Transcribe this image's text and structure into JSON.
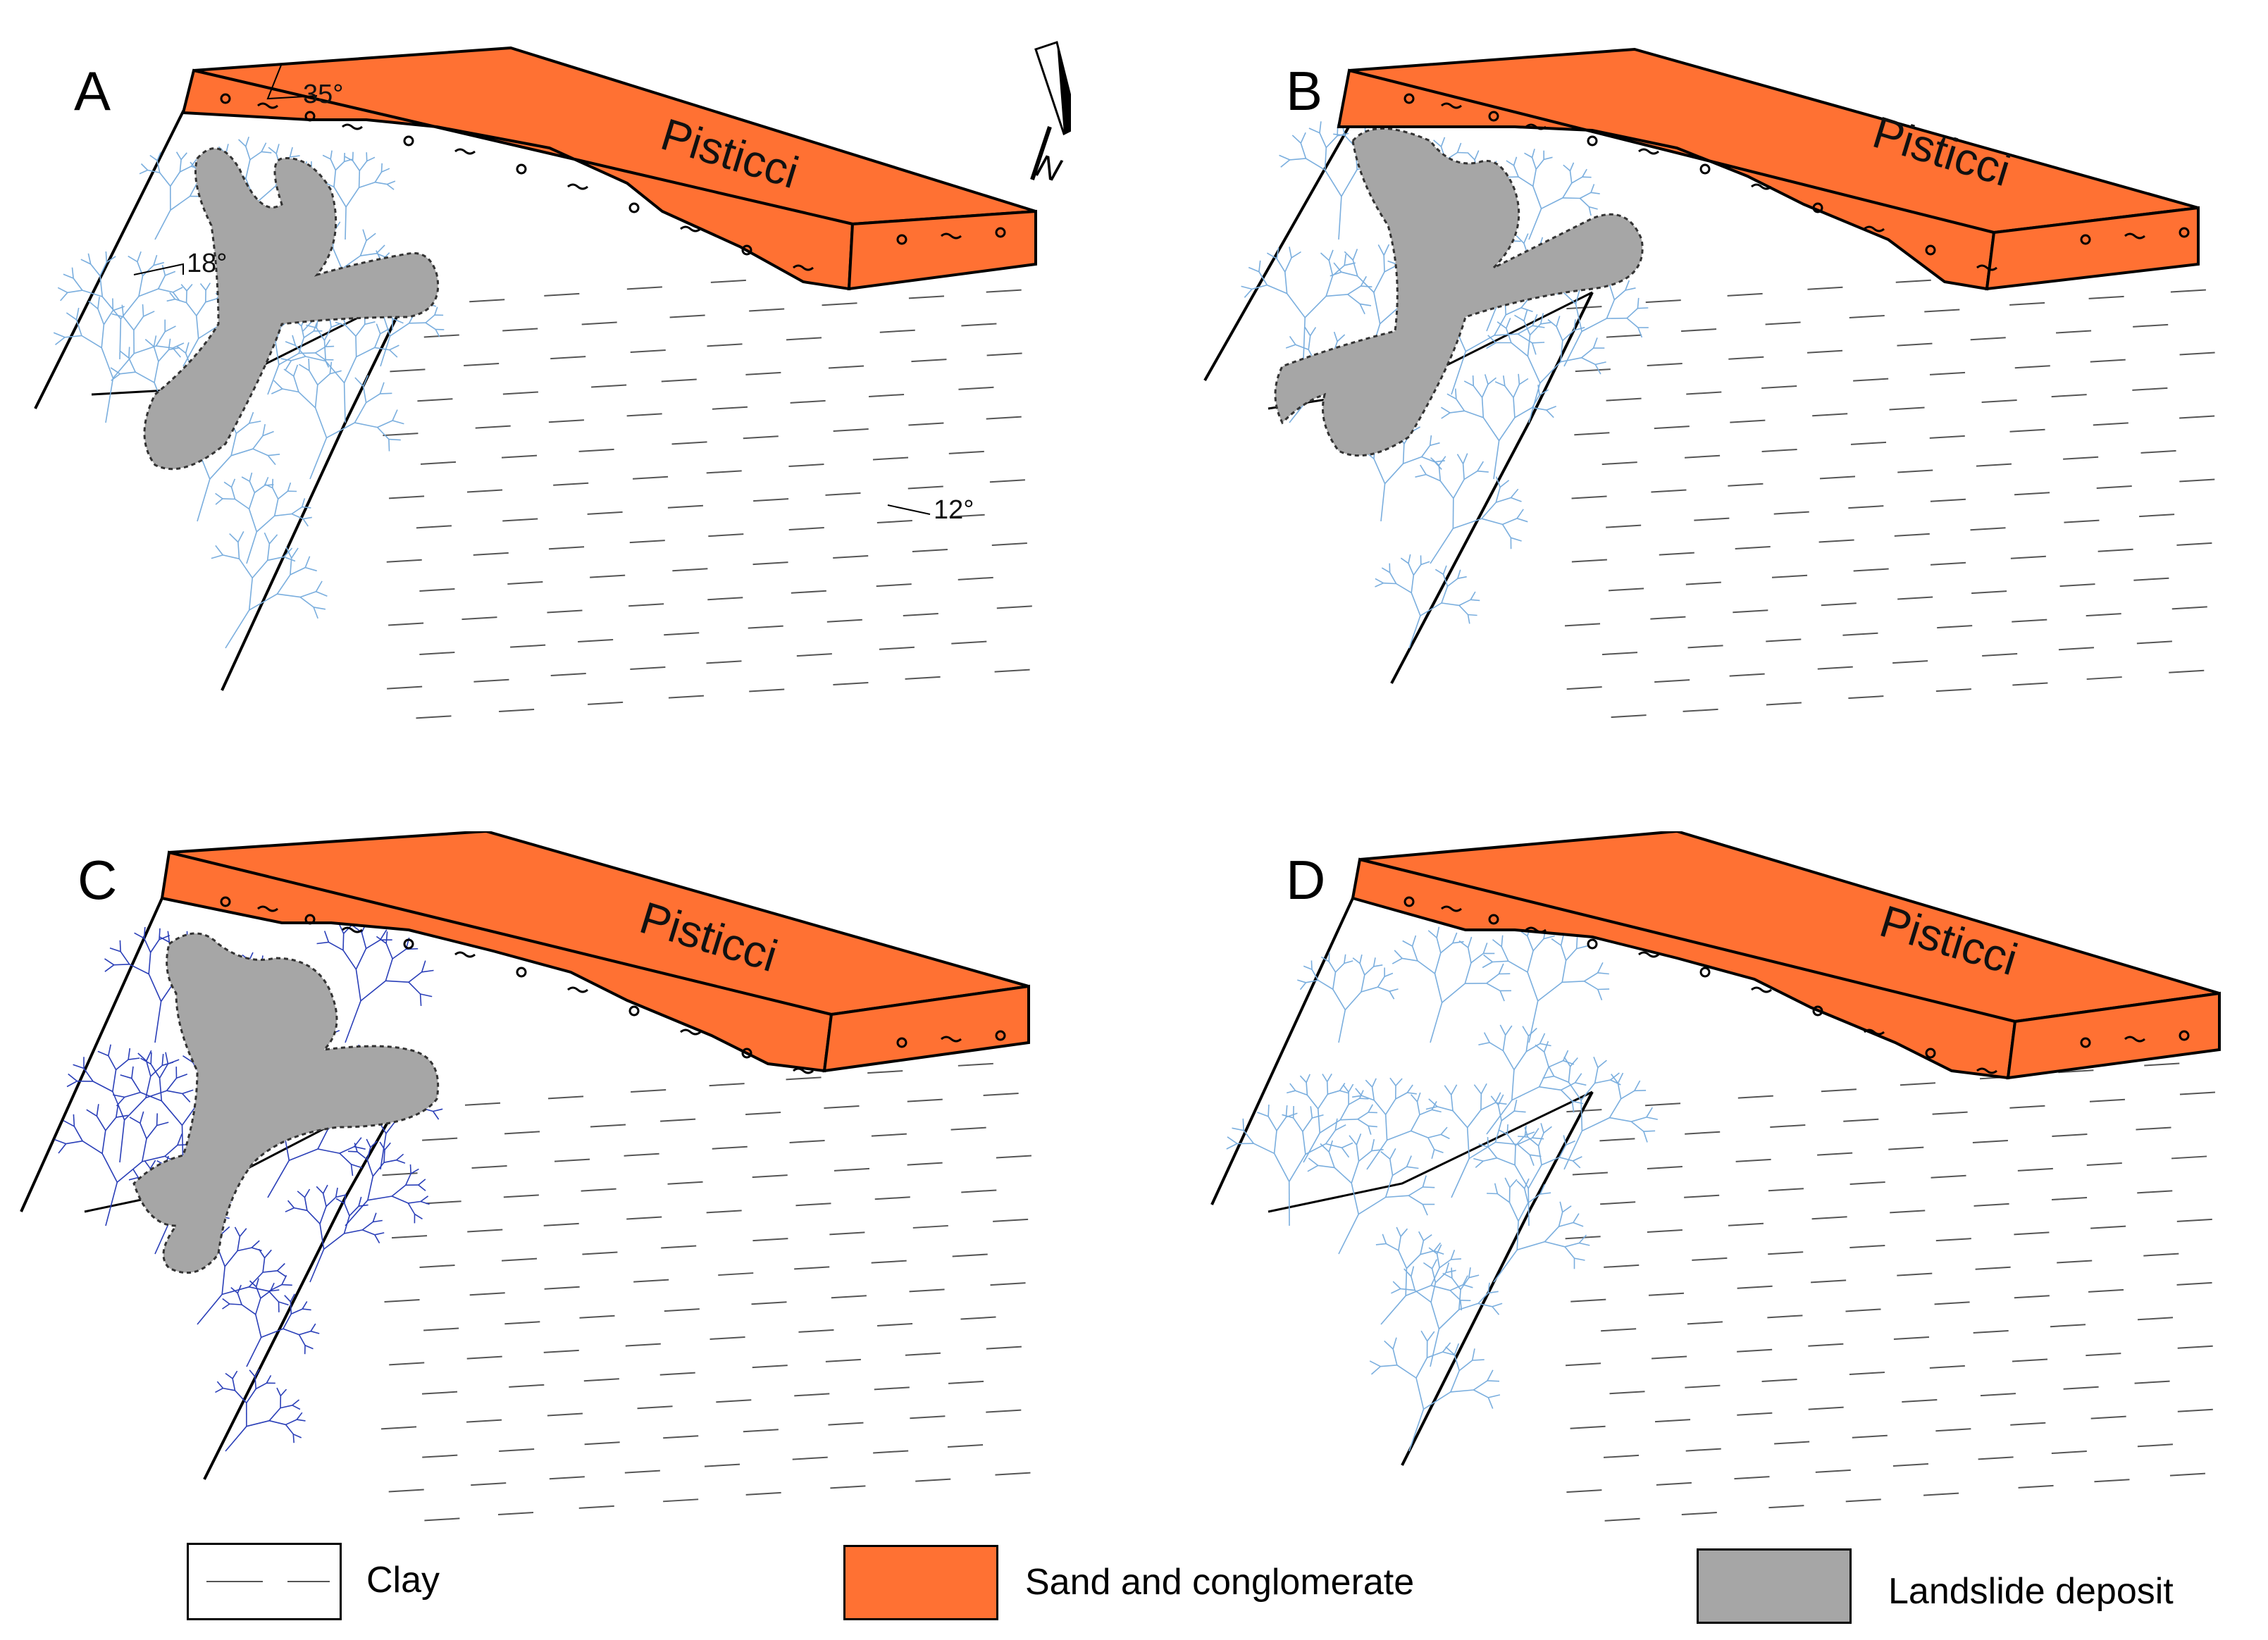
{
  "panels": [
    {
      "letter": "A",
      "place": "Pisticci",
      "landslide": "initial",
      "dips": [
        "35°",
        "18°",
        "12°"
      ],
      "north_label": "N"
    },
    {
      "letter": "B",
      "place": "Pisticci",
      "landslide": "reactivated"
    },
    {
      "letter": "C",
      "place": "Pisticci",
      "landslide": "eroding"
    },
    {
      "letter": "D",
      "place": "Pisticci",
      "landslide": "none"
    }
  ],
  "legend": {
    "clay": "Clay",
    "sand": "Sand and conglomerate",
    "landslide": "Landslide deposit"
  },
  "colors": {
    "sand_conglomerate": "#ff7133",
    "landslide_deposit": "#a6a6a6",
    "drainage_light": "#7aaede",
    "drainage_dark": "#2a3fb8",
    "outline": "#000000"
  }
}
